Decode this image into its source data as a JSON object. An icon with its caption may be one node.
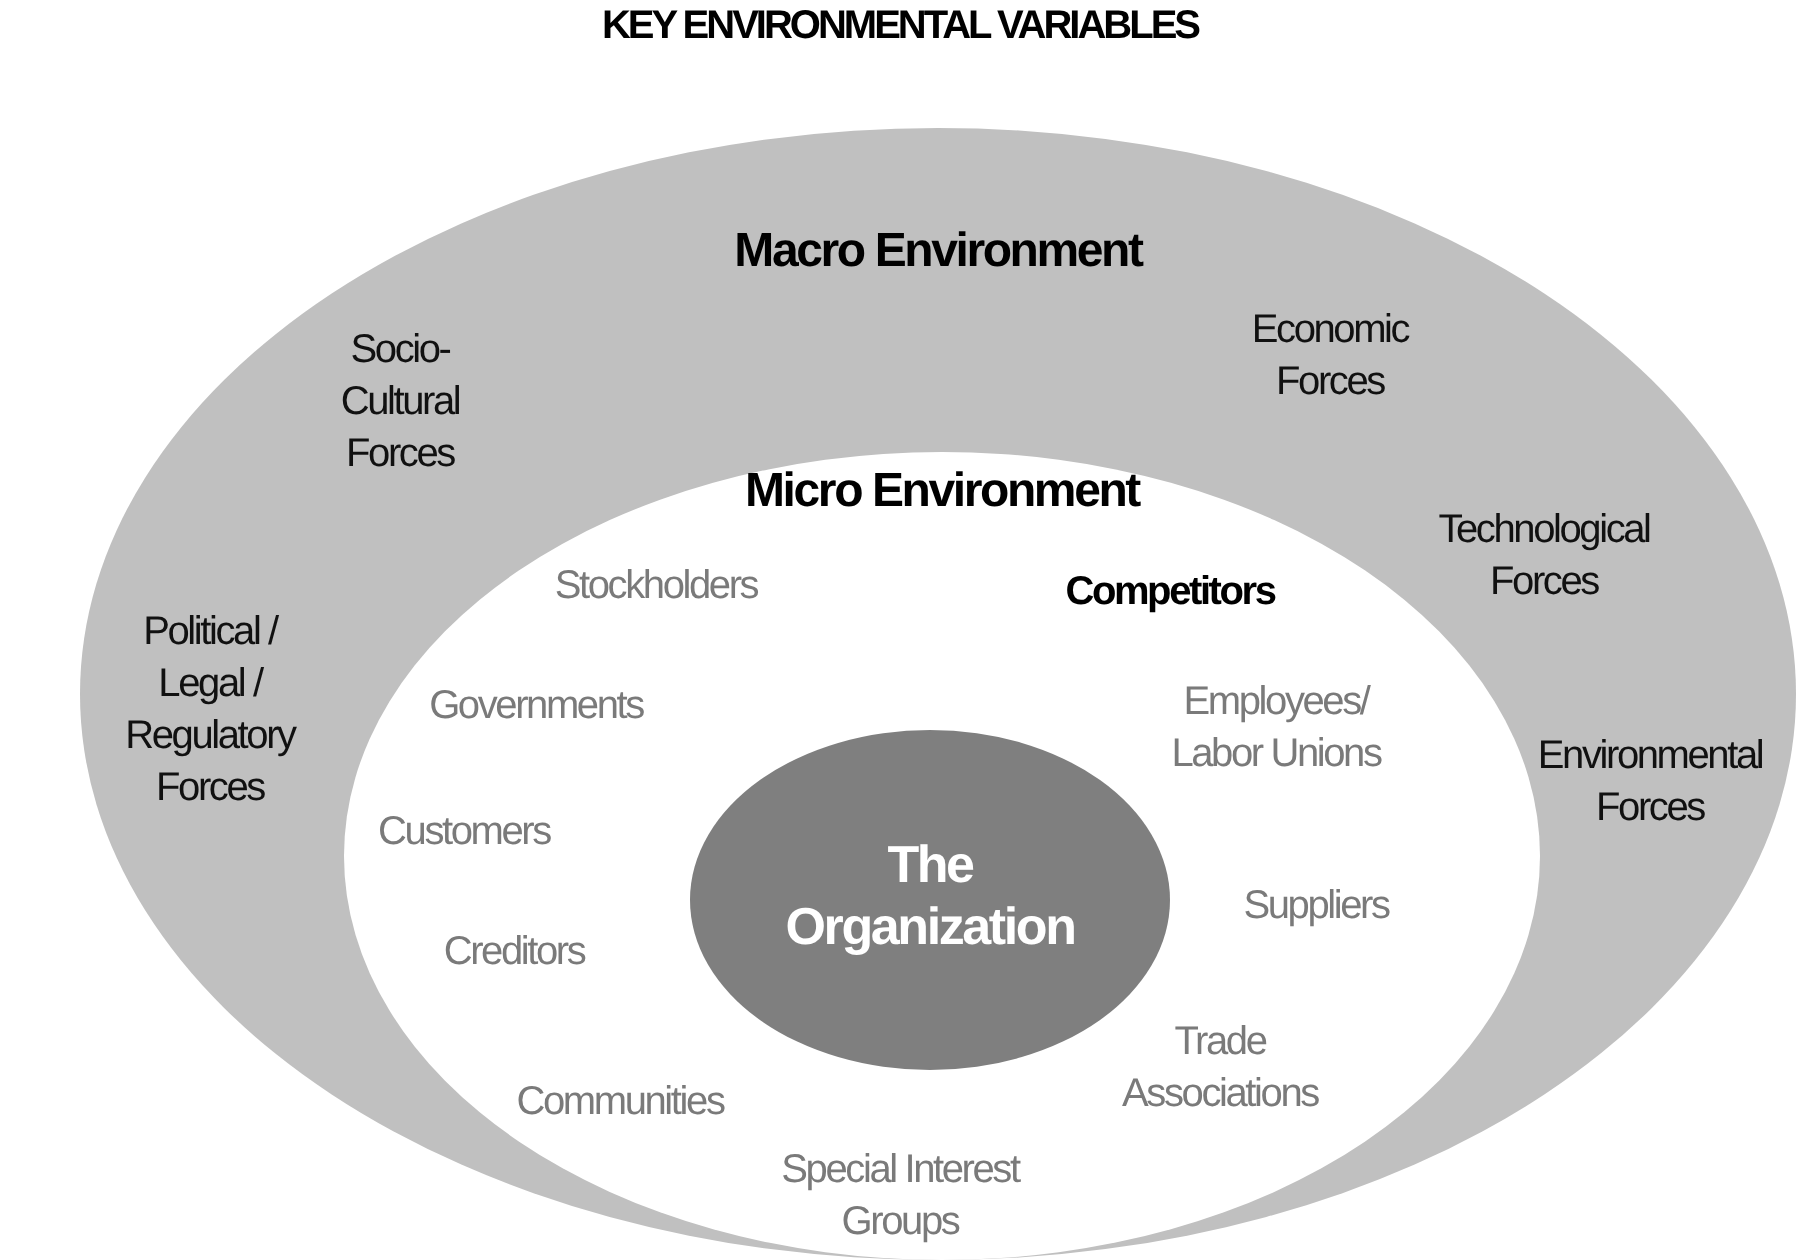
{
  "diagram": {
    "title": "KEY ENVIRONMENTAL VARIABLES",
    "nodes": [
      {
        "text": [
          "Macro Environment"
        ]
      },
      {
        "text": [
          "Micro Environment"
        ],
        "in": 0
      },
      {
        "text": [
          "The Organization"
        ],
        "in": 1
      }
    ],
    "labels": [
      "Socio- Cultural Forces",
      "Economic Forces",
      "Technological Forces",
      "Political / Legal / Regulatory Forces",
      "Stockholders",
      "Competitors",
      "Employees/ Labor Unions",
      "Governments",
      "Environmental Forces",
      "Customers",
      "Suppliers",
      "Creditors",
      "Trade Associations",
      "Communities",
      "Special Interest Groups"
    ]
  }
}
